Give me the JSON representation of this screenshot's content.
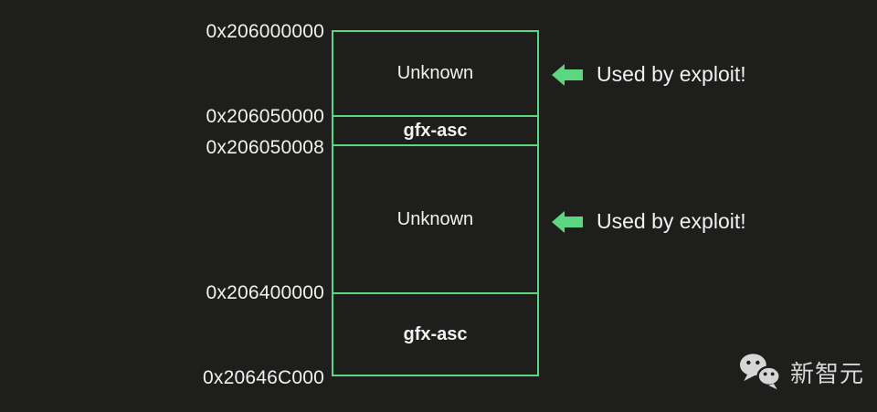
{
  "colors": {
    "background": "#1e1e1c",
    "accent_green": "#5bd77f",
    "text_white": "#f1f1f1",
    "watermark_gray": "#d6d6d6"
  },
  "diagram": {
    "address_labels": [
      {
        "text": "0x206000000"
      },
      {
        "text": "0x206050000"
      },
      {
        "text": "0x206050008"
      },
      {
        "text": "0x206400000"
      },
      {
        "text": "0x20646C000"
      }
    ],
    "segments": [
      {
        "label": "Unknown"
      },
      {
        "label": "gfx-asc"
      },
      {
        "label": "Unknown"
      },
      {
        "label": "gfx-asc"
      }
    ],
    "annotations": [
      {
        "text": "Used by exploit!"
      },
      {
        "text": "Used by exploit!"
      }
    ]
  },
  "watermark": {
    "icon": "wechat-icon",
    "text": "新智元"
  }
}
